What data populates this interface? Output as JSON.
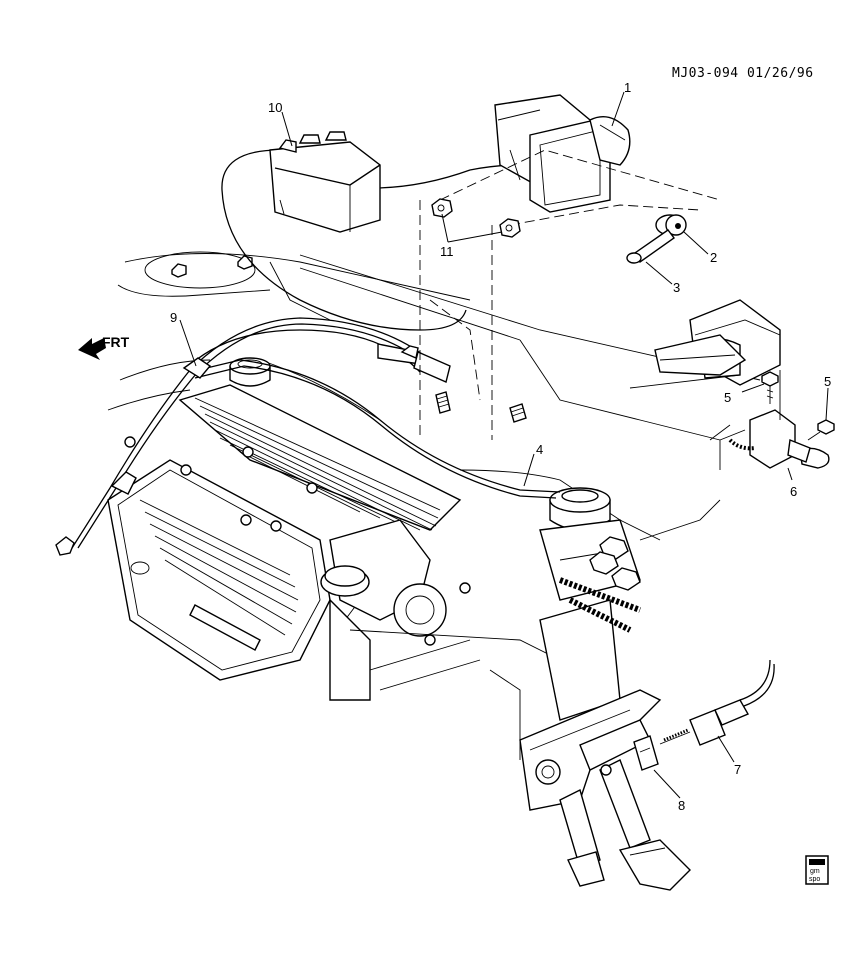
{
  "header": {
    "code": "MJ03-094 01/26/96"
  },
  "direction": {
    "label": "FRT"
  },
  "callouts": {
    "c1": "1",
    "c2": "2",
    "c3": "3",
    "c4": "4",
    "c5a": "5",
    "c5b": "5",
    "c6": "6",
    "c7": "7",
    "c8": "8",
    "c9": "9",
    "c10": "10",
    "c11": "11"
  },
  "logo": {
    "line1": "gm",
    "line2": "spo"
  }
}
